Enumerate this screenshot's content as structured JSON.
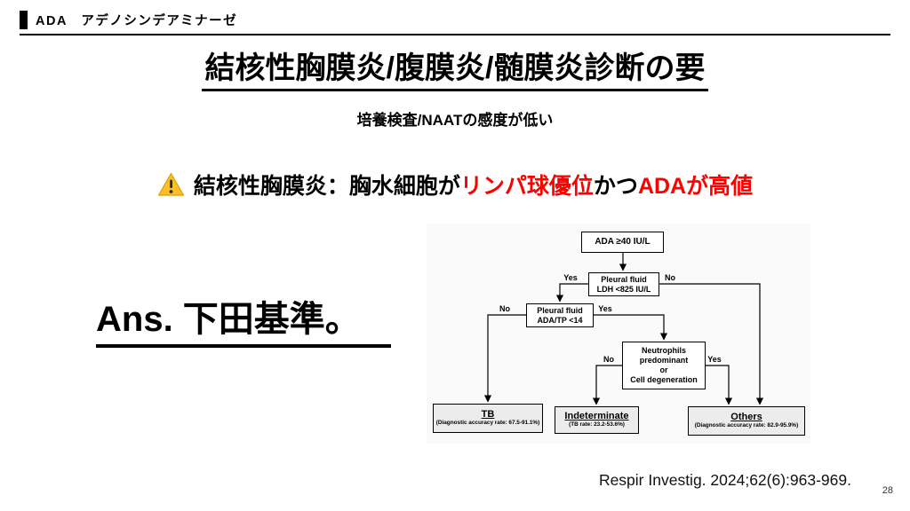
{
  "colors": {
    "accent_red": "#ff0000",
    "warning_yellow": "#fcbf29",
    "warning_border": "#e09d00",
    "text_black": "#000000"
  },
  "header": {
    "label": "ADA　アデノシンデアミナーゼ"
  },
  "slide": {
    "title": "結核性胸膜炎/腹膜炎/髄膜炎診断の要",
    "subtitle": "培養検査/NAATの感度が低い",
    "answer": "Ans. 下田基準。",
    "citation": "Respir Investig. 2024;62(6):963-969.",
    "page_number": "28"
  },
  "warning": {
    "icon": "warning-triangle",
    "segments": [
      {
        "text": "結核性胸膜炎：胸水細胞が",
        "emphasis": false
      },
      {
        "text": "リンパ球優位",
        "emphasis": true
      },
      {
        "text": "かつ",
        "emphasis": false
      },
      {
        "text": "ADAが高値",
        "emphasis": true
      }
    ]
  },
  "flowchart": {
    "labels": {
      "yes": "Yes",
      "no": "No"
    },
    "nodes": {
      "ada": {
        "label": "ADA ≥40 IU/L"
      },
      "ldh": {
        "line1": "Pleural fluid",
        "line2": "LDH <825 IU/L"
      },
      "adatp": {
        "line1": "Pleural fluid",
        "line2": "ADA/TP <14"
      },
      "neutrophils": {
        "line1": "Neutrophils",
        "line2": "predominant",
        "line3": "or",
        "line4": "Cell degeneration"
      },
      "tb": {
        "title": "TB",
        "caption": "(Diagnostic accuracy rate: 67.5-91.1%)"
      },
      "indeterminate": {
        "title": "Indeterminate",
        "caption": "(TB rate: 23.2-53.6%)"
      },
      "others": {
        "title": "Others",
        "caption": "(Diagnostic accuracy rate: 82.9-95.9%)"
      }
    }
  }
}
